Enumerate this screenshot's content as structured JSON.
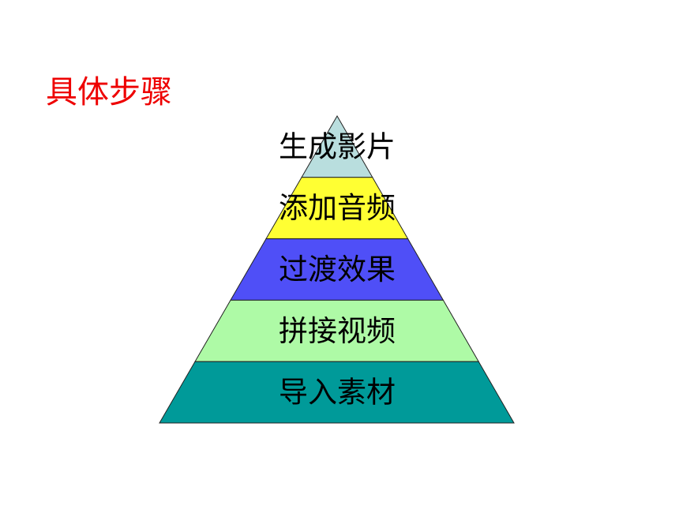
{
  "title": "具体步骤",
  "pyramid": {
    "layers": [
      {
        "label": "生成影片",
        "color": "#b9dede"
      },
      {
        "label": "添加音频",
        "color": "#ffff33"
      },
      {
        "label": "过渡效果",
        "color": "#4f4ff7"
      },
      {
        "label": "拼接视频",
        "color": "#aefaa6"
      },
      {
        "label": "导入素材",
        "color": "#009a99"
      }
    ]
  }
}
